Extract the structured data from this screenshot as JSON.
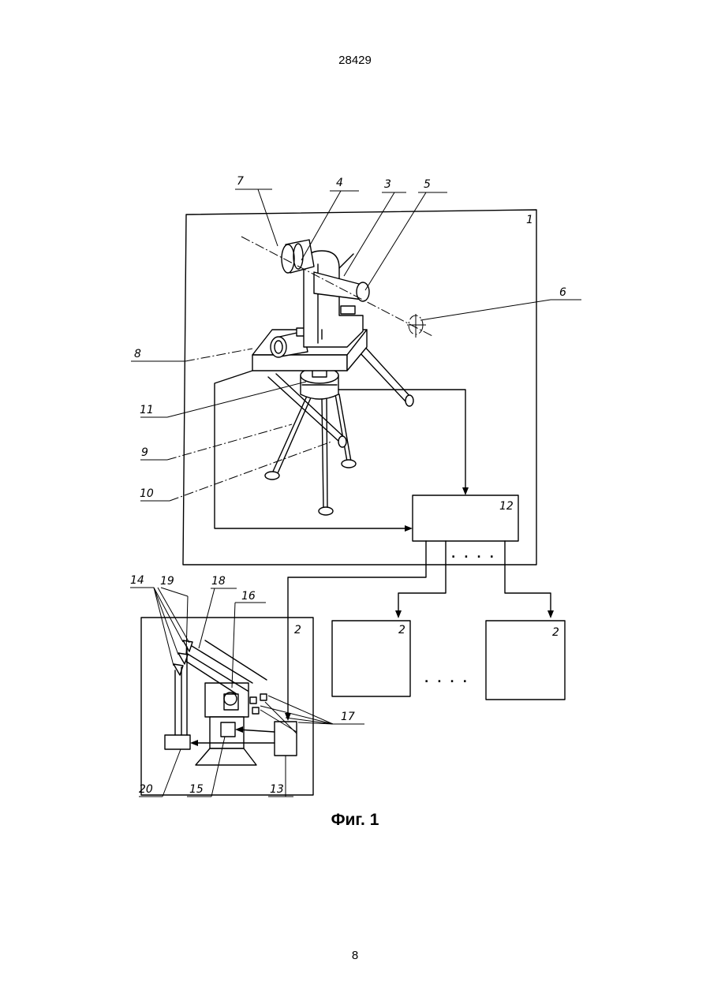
{
  "header": {
    "document_number": "28429"
  },
  "figure": {
    "caption": "Фиг. 1",
    "labels": {
      "l1": "1",
      "l2a": "2",
      "l2b": "2",
      "l2c": "2",
      "l3": "3",
      "l4": "4",
      "l5": "5",
      "l6": "6",
      "l7": "7",
      "l8": "8",
      "l9": "9",
      "l10": "10",
      "l11": "11",
      "l12": "12",
      "l13": "13",
      "l14": "14",
      "l15": "15",
      "l16": "16",
      "l17": "17",
      "l18": "18",
      "l19": "19",
      "l20": "20"
    },
    "dots_top": ". . . .",
    "dots_bottom": ". . . ."
  },
  "footer": {
    "page_number": "8"
  }
}
